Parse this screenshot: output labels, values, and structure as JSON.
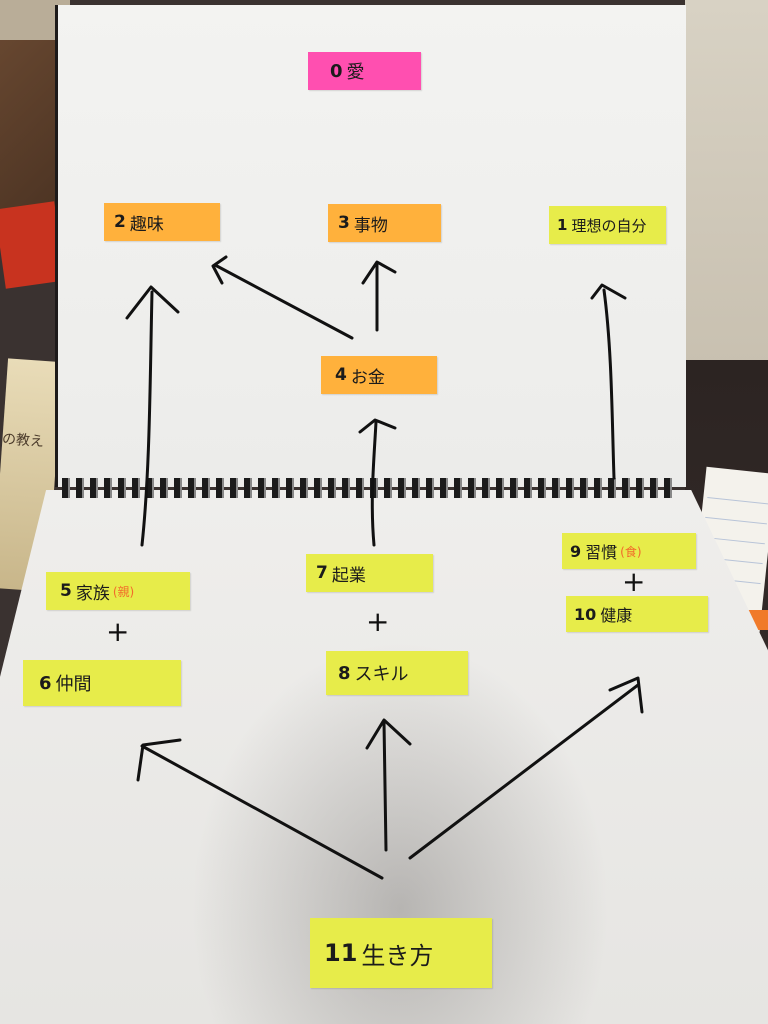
{
  "notes": {
    "n0": {
      "num": "0",
      "label": "愛",
      "suffix": ""
    },
    "n2": {
      "num": "2",
      "label": "趣味",
      "suffix": ""
    },
    "n3": {
      "num": "3",
      "label": "事物",
      "suffix": ""
    },
    "n1": {
      "num": "1",
      "label": "理想の自分",
      "suffix": ""
    },
    "n4": {
      "num": "4",
      "label": "お金",
      "suffix": ""
    },
    "n5": {
      "num": "5",
      "label": "家族",
      "suffix": "(親)"
    },
    "n7": {
      "num": "7",
      "label": "起業",
      "suffix": ""
    },
    "n9": {
      "num": "9",
      "label": "習慣",
      "suffix": "(食)"
    },
    "n10": {
      "num": "10",
      "label": "健康",
      "suffix": ""
    },
    "n6": {
      "num": "6",
      "label": "仲間",
      "suffix": ""
    },
    "n8": {
      "num": "8",
      "label": "スキル",
      "suffix": ""
    },
    "n11": {
      "num": "11",
      "label": "生き方",
      "suffix": ""
    }
  },
  "plus": {
    "left": "+",
    "center": "+",
    "right": "+"
  },
  "background": {
    "book_text": "の教え"
  },
  "colors": {
    "pink": "#ff4fb0",
    "orange": "#ffb13c",
    "yellow": "#e7ec4a"
  }
}
